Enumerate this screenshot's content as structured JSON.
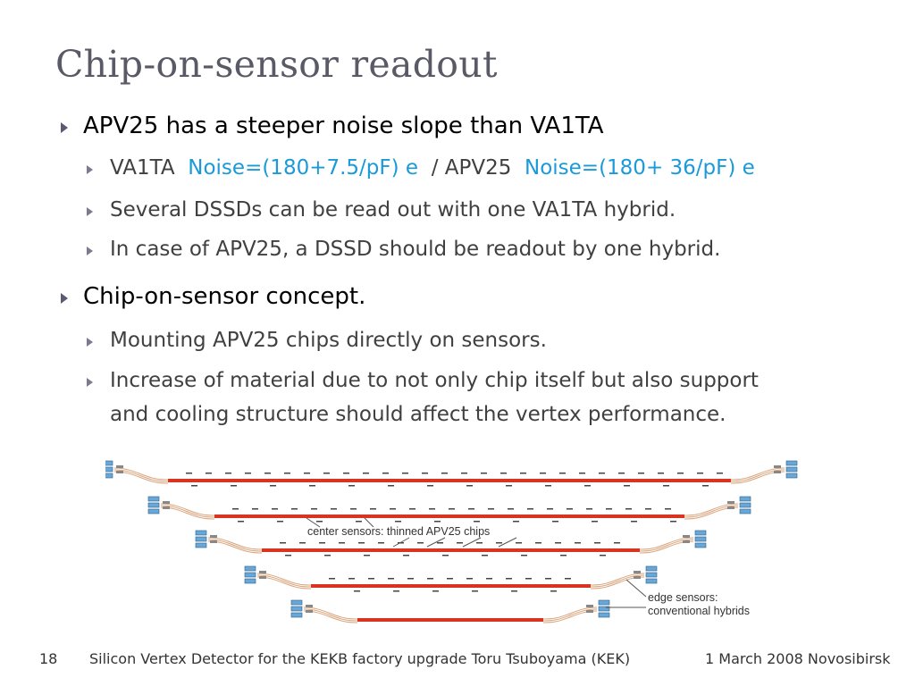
{
  "title": "Chip-on-sensor readout",
  "bullets": {
    "b1": "APV25 has a steeper noise slope than VA1TA",
    "b1_1_a": "VA1TA",
    "b1_1_b": "Noise=(180+7.5/pF) e",
    "b1_1_c": "/  APV25",
    "b1_1_d": "Noise=(180+ 36/pF) e",
    "b1_2": "Several DSSDs can be read out with one VA1TA hybrid.",
    "b1_3": "In case of APV25,  a DSSD should be readout by one hybrid.",
    "b2": "Chip-on-sensor concept.",
    "b2_1": "Mounting APV25 chips directly on sensors.",
    "b2_2_line1": "Increase of material due to not only chip itself but also support",
    "b2_2_line2": "and cooling structure should affect the vertex performance."
  },
  "figure": {
    "label_center": "center sensors: thinned APV25 chips",
    "label_edge_1": "edge sensors:",
    "label_edge_2": "conventional hybrids"
  },
  "footer": {
    "page": "18",
    "text": "Silicon Vertex Detector for the KEKB factory upgrade Toru Tsuboyama (KEK)",
    "date": "1 March 2008 Novosibirsk"
  },
  "colors": {
    "title": "#5a5a66",
    "noise": "#1a9ad9",
    "sensor": "#d9341f",
    "hybrid": "#6aa7d6"
  }
}
